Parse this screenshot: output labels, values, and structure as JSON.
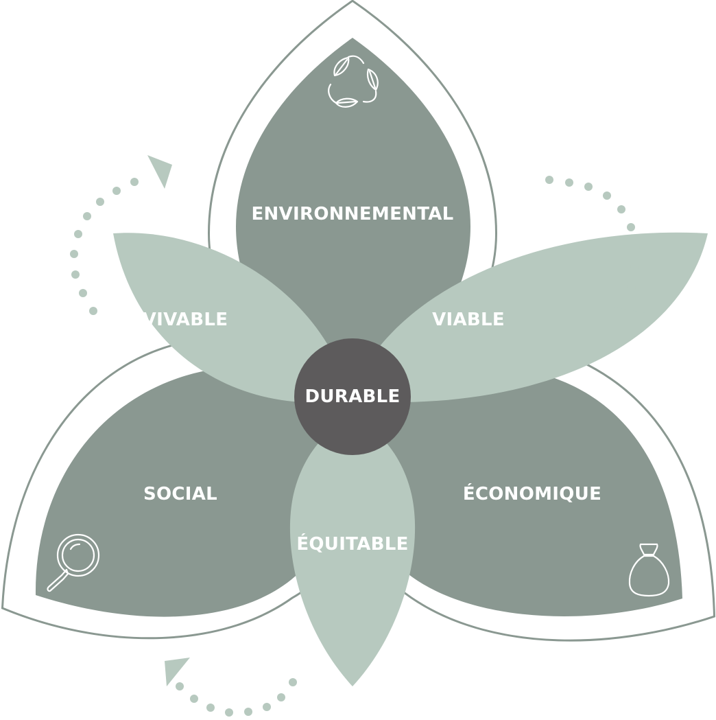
{
  "colors": {
    "outline": "#8a9891",
    "pillar_fill": "#8a9891",
    "overlap_fill": "#b7c9bf",
    "center_fill": "#5d5b5c",
    "arrow_fill": "#b7c9bf",
    "text": "#ffffff"
  },
  "center": {
    "label": "DURABLE"
  },
  "pillars": [
    {
      "label": "ENVIRONNEMENTAL",
      "icon": "recycle-leaves-icon"
    },
    {
      "label": "SOCIAL",
      "icon": "magnifier-icon"
    },
    {
      "label": "ÉCONOMIQUE",
      "icon": "money-bag-icon"
    }
  ],
  "overlaps": [
    {
      "label": "VIVABLE"
    },
    {
      "label": "VIABLE"
    },
    {
      "label": "ÉQUITABLE"
    }
  ]
}
